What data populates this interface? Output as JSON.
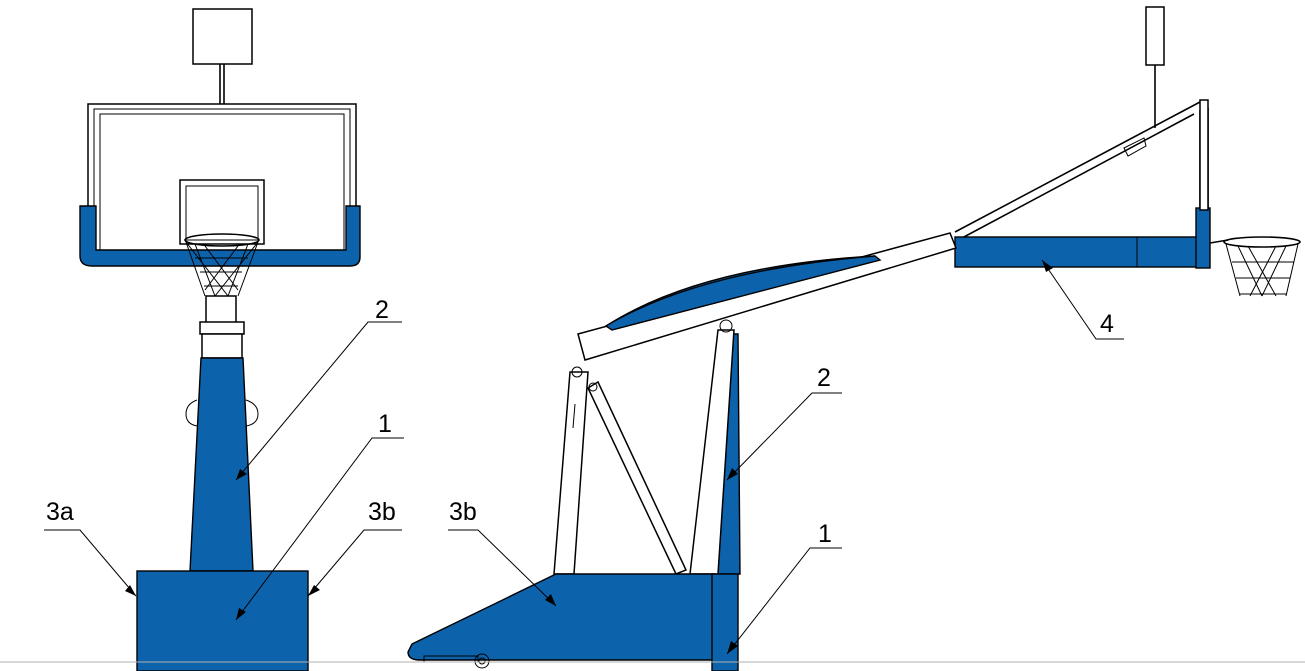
{
  "colors": {
    "padding_blue": "#0c63ac",
    "outline": "#000000",
    "background": "#ffffff"
  },
  "front_view": {
    "labels": {
      "base_body": "1",
      "column": "2",
      "left_base_side": "3a",
      "right_base_side": "3b"
    }
  },
  "side_view": {
    "labels": {
      "base_body": "1",
      "column": "2",
      "base_ramp": "3b",
      "boom_arm": "4"
    }
  }
}
